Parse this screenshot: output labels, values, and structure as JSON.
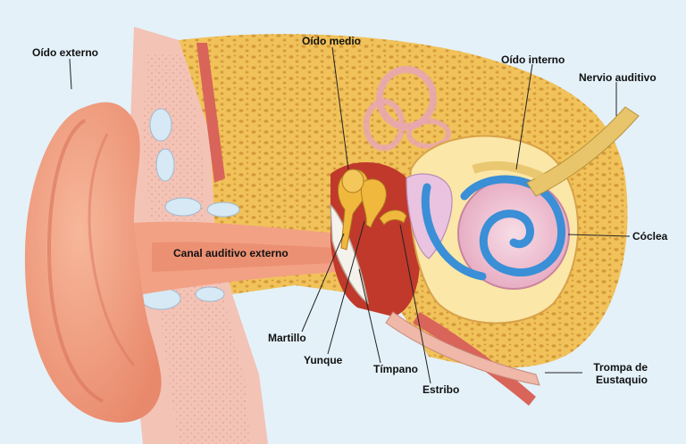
{
  "diagram": {
    "labels": {
      "oido_externo": "Oído externo",
      "oido_medio": "Oído medio",
      "oido_interno": "Oído interno",
      "nervio_auditivo": "Nervio auditivo",
      "canal_auditivo_externo": "Canal auditivo externo",
      "coclea": "Cóclea",
      "martillo": "Martillo",
      "yunque": "Yunque",
      "timpano": "Tímpano",
      "estribo": "Estribo",
      "trompa_line1": "Trompa de",
      "trompa_line2": "Eustaquio"
    },
    "colors": {
      "background": "#e4f1f9",
      "skin": "#f2a184",
      "skin_dark": "#e07a62",
      "bone": "#f1c25a",
      "bone_pore": "#c98a2e",
      "cartilage": "#f3c3b6",
      "canal_inner": "#c0392b",
      "cochlea_pink": "#f2c8d6",
      "cochlea_blue": "#3a8fd6",
      "nerve": "#e8c46a",
      "ossicle": "#f0b93e",
      "eardrum": "#f5f2ec",
      "muscle": "#d9645a",
      "leader_line": "#222222"
    }
  }
}
